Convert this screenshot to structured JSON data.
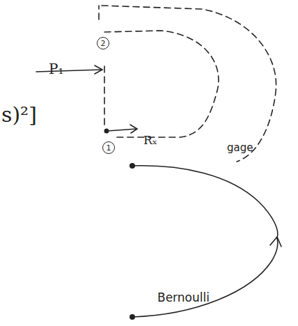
{
  "diagram": {
    "nodes": [
      {
        "text": [
          "2"
        ]
      },
      {
        "text": [
          "1"
        ]
      }
    ],
    "labels": [
      "P₁",
      "Rₓ",
      "gage",
      "s)²]",
      "Bernoulli"
    ]
  }
}
